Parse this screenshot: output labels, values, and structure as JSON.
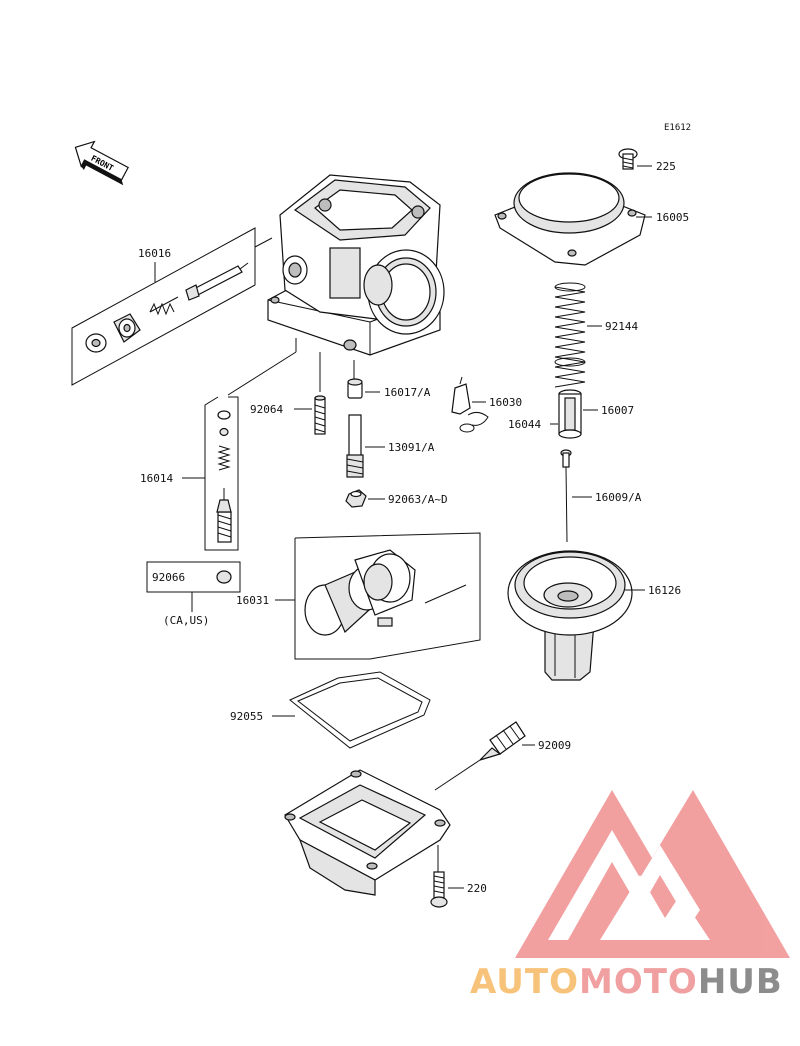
{
  "diagram": {
    "code": "E1612",
    "front_arrow_label": "FRONT",
    "labels": {
      "p225": "225",
      "p16005": "16005",
      "p16016": "16016",
      "p92144": "92144",
      "p16017": "16017/A",
      "p16030": "16030",
      "p92064": "92064",
      "p16007": "16007",
      "p16044": "16044",
      "p13091": "13091/A",
      "p16014": "16014",
      "p92063": "92063/A~D",
      "p16009": "16009/A",
      "p92066": "92066",
      "region": "(CA,US)",
      "p16126": "16126",
      "p16031": "16031",
      "p92055": "92055",
      "p92009": "92009",
      "p220": "220"
    }
  },
  "watermark": {
    "part1": "AUTO",
    "part2": "MOTO",
    "part3": "HUB",
    "color1": "#f7c27a",
    "color2": "#f0a0a0",
    "color3": "#8c8c8c",
    "logo_color": "#f08f8f"
  }
}
